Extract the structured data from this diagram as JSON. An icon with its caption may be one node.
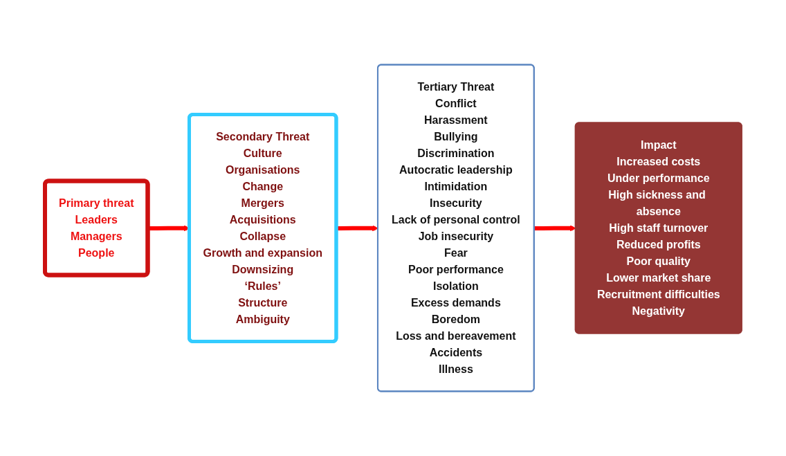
{
  "diagram": {
    "nodes": [
      {
        "text": [
          "Primary threat",
          "Leaders",
          "Managers",
          "People"
        ]
      },
      {
        "text": [
          "Secondary Threat",
          "Culture",
          "Organisations",
          "Change",
          "Mergers",
          "Acquisitions",
          "Collapse",
          "Growth and expansion",
          "Downsizing",
          "‘Rules’",
          "Structure",
          "Ambiguity"
        ]
      },
      {
        "text": [
          "Tertiary Threat",
          "Conflict",
          "Harassment",
          "Bullying",
          "Discrimination",
          "Autocratic leadership",
          "Intimidation",
          "Insecurity",
          "Lack of personal control",
          "Job insecurity",
          "Fear",
          "Poor performance",
          "Isolation",
          "Excess demands",
          "Boredom",
          "Loss and bereavement",
          "Accidents",
          "Illness"
        ]
      },
      {
        "text": [
          "Impact",
          "Increased costs",
          "Under performance",
          "High sickness and absence",
          "High staff turnover",
          "Reduced profits",
          "Poor quality",
          "Lower market share",
          "Recruitment difficulties",
          "Negativity"
        ]
      }
    ],
    "edges": [
      {
        "from": 0,
        "to": 1,
        "arrow": "to"
      },
      {
        "from": 1,
        "to": 2,
        "arrow": "to"
      },
      {
        "from": 2,
        "to": 3,
        "arrow": "to"
      }
    ]
  }
}
